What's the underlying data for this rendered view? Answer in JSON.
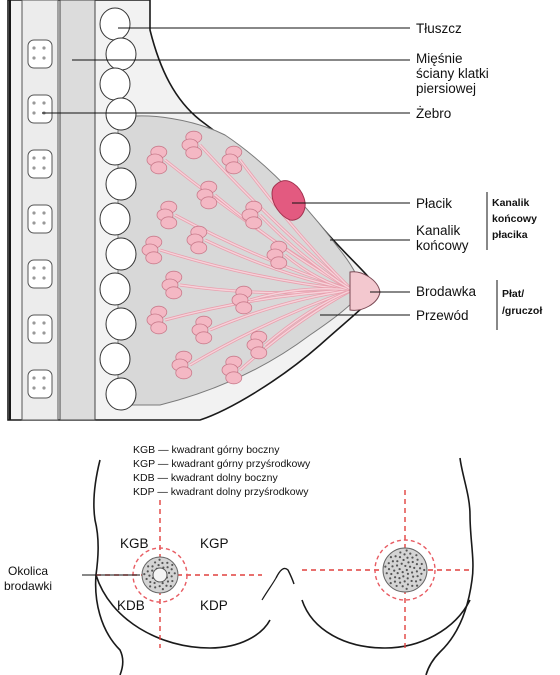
{
  "colors": {
    "skin_outline": "#1a1a1a",
    "rib_fill": "#e6e6e6",
    "muscle_fill": "#d9d9d9",
    "breast_tissue": "#d6d6d6",
    "gland_pink": "#f4b8c4",
    "lobule_highlight": "#e35a80",
    "crosshair_red": "#e0413f",
    "areola_ring": "#e85c63"
  },
  "cross_section_labels": {
    "fat": "Tłuszcz",
    "chest_wall_muscles": [
      "Mięśnie",
      "ściany klatki",
      "piersiowej"
    ],
    "rib": "Żebro",
    "lobule": "Płacik",
    "terminal_duct": [
      "Kanalik",
      "końcowy"
    ],
    "nipple": "Brodawka",
    "duct": "Przewód"
  },
  "bracket_labels": {
    "terminal_duct_lobule": [
      "Kanalik",
      "końcowy",
      "płacika"
    ],
    "lobe_gland": [
      "Płat/",
      "/gruczoł"
    ]
  },
  "legend": [
    "KGB — kwadrant górny boczny",
    "KGP — kwadrant górny przyśrodkowy",
    "KDB — kwadrant dolny boczny",
    "KDP — kwadrant dolny przyśrodkowy"
  ],
  "quadrants": {
    "upper_lateral": "KGB",
    "upper_medial": "KGP",
    "lower_lateral": "KDB",
    "lower_medial": "KDP"
  },
  "areola_label": [
    "Okolica",
    "brodawki"
  ]
}
